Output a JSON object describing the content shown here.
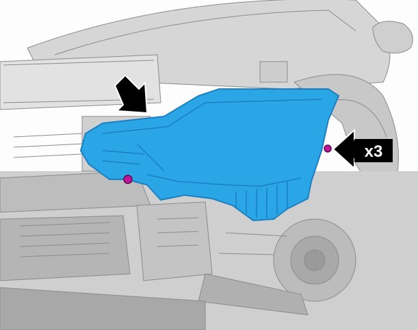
{
  "callout": {
    "multiplier_label": "x3"
  },
  "colors": {
    "component_highlight": "#2aa6e6",
    "component_dark": "#1b7fc0",
    "fastener_marker": "#c0149b",
    "arrow_fill": "#000000",
    "arrow_stroke": "#ffffff",
    "body_gray": "#d4d4d4",
    "line_gray": "#8a8a8a"
  },
  "icons": {
    "pointer_left": "arrow-pointing-down-right",
    "pointer_right": "arrow-pointing-left"
  }
}
